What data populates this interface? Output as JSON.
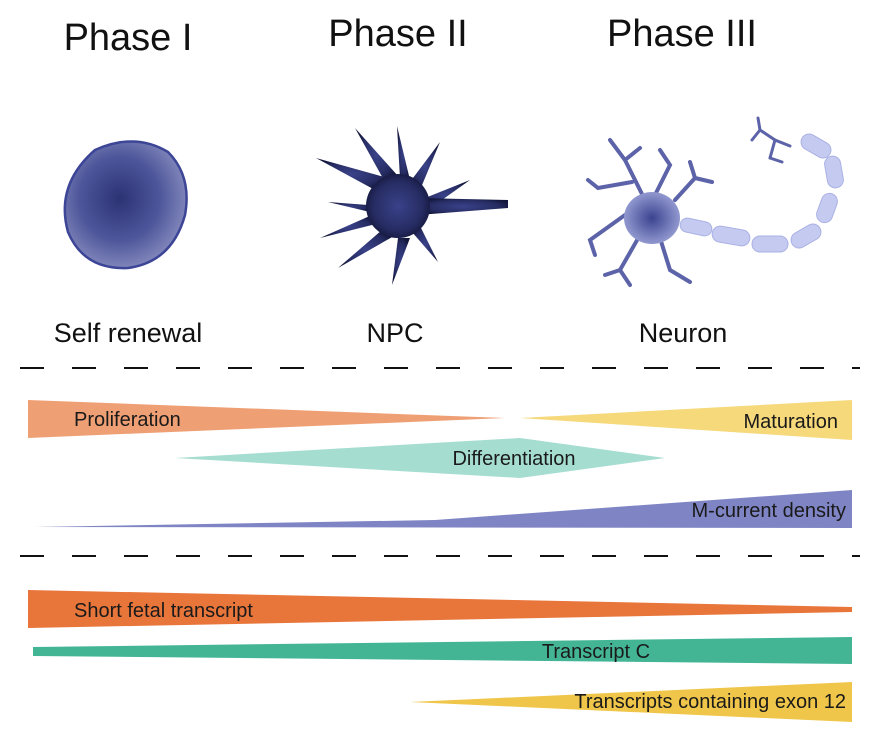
{
  "phases": [
    {
      "title": "Phase I",
      "cell_label": "Self renewal"
    },
    {
      "title": "Phase II",
      "cell_label": "NPC"
    },
    {
      "title": "Phase III",
      "cell_label": "Neuron"
    }
  ],
  "process_bars": {
    "proliferation": {
      "label": "Proliferation",
      "color": "#ef9f74"
    },
    "maturation": {
      "label": "Maturation",
      "color": "#f5d97b"
    },
    "differentiation": {
      "label": "Differentiation",
      "color": "#a5ddd0"
    },
    "m_current": {
      "label": "M-current density",
      "color": "#7f85c4"
    }
  },
  "transcript_bars": {
    "short_fetal": {
      "label": "Short fetal transcript",
      "color": "#e8753a"
    },
    "transcript_c": {
      "label": "Transcript C",
      "color": "#43b595"
    },
    "exon12": {
      "label": "Transcripts containing exon 12",
      "color": "#efc649"
    }
  },
  "colors": {
    "cell_dark": "#2b3375",
    "cell_mid": "#5a63a6",
    "axon_light": "#c5cbf0"
  }
}
